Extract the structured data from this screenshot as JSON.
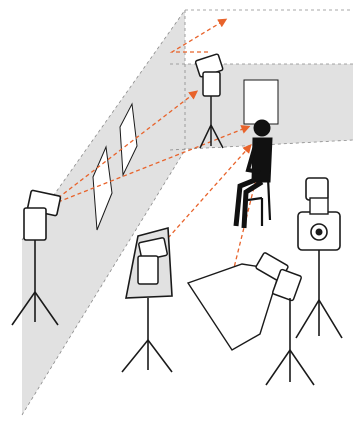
{
  "diagram": {
    "kind": "studio-flash-lighting-setup",
    "colors": {
      "wall": "#e1e1e1",
      "wall_edge": "#8a8a8a",
      "light_path": "#e8632b",
      "equipment_stroke": "#1a1a1a",
      "equipment_fill": "#ffffff",
      "subject": "#111111"
    },
    "elements": [
      {
        "id": "flash-left",
        "type": "speedlight-on-stand",
        "aim": "back-wall"
      },
      {
        "id": "flash-back-wall",
        "type": "speedlight-on-stand",
        "aim": "ceiling"
      },
      {
        "id": "flash-softbox",
        "type": "speedlight-in-softbox",
        "aim": "subject"
      },
      {
        "id": "flash-umbrella",
        "type": "speedlight-with-shoot-through-umbrella",
        "aim": "subject"
      },
      {
        "id": "camera",
        "type": "camera-on-tripod",
        "aim": "subject"
      },
      {
        "id": "subject",
        "type": "seated-person"
      },
      {
        "id": "reflector-panels",
        "type": "white-panels",
        "count": 2
      },
      {
        "id": "wall-window",
        "type": "white-panel-on-back-wall"
      }
    ],
    "light_paths": 6
  }
}
